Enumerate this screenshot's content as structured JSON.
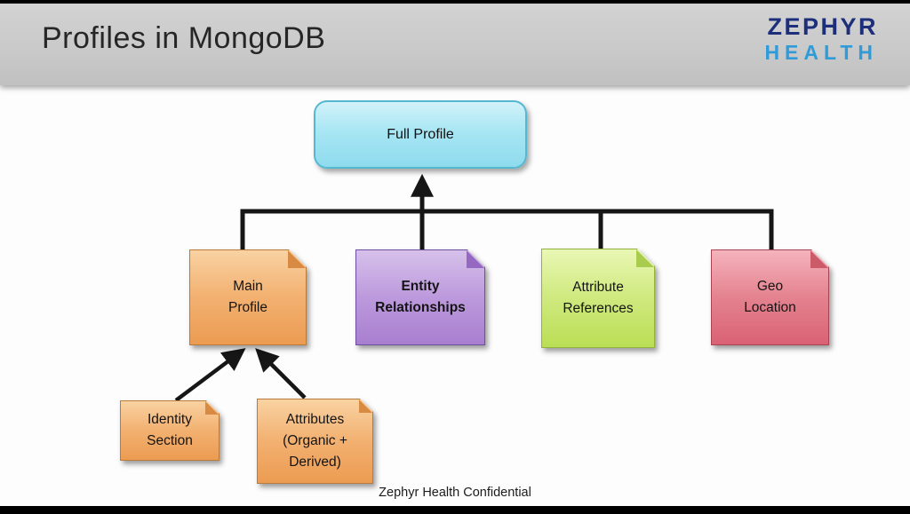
{
  "slide": {
    "title": "Profiles in MongoDB",
    "footer": "Zephyr Health Confidential"
  },
  "logo": {
    "line1": "ZEPHYR",
    "line2": "HEALTH"
  },
  "colors": {
    "header_gray": "#c9c9c9",
    "logo_navy": "#1d2f7b",
    "logo_blue": "#2f9bd8",
    "root_cyan": "#9adff0",
    "node_orange": "#ee9e55",
    "node_purple": "#ab82d2",
    "node_green": "#bedf5c",
    "node_red": "#dd6675",
    "connector_black": "#161616"
  },
  "diagram": {
    "root": {
      "label": "Full Profile",
      "color": "#9adff0"
    },
    "children": [
      {
        "id": "main-profile",
        "label": "Main\nProfile",
        "color": "#ee9e55"
      },
      {
        "id": "entity-relationships",
        "label": "Entity\nRelationships",
        "color": "#ab82d2",
        "bold": true
      },
      {
        "id": "attribute-references",
        "label": "Attribute\nReferences",
        "color": "#bedf5c"
      },
      {
        "id": "geo-location",
        "label": "Geo\nLocation",
        "color": "#dd6675"
      }
    ],
    "main_profile_children": [
      {
        "id": "identity-section",
        "label": "Identity\nSection",
        "color": "#ee9e55"
      },
      {
        "id": "attributes",
        "label": "Attributes\n(Organic +\nDerived)",
        "color": "#ee9e55"
      }
    ]
  }
}
